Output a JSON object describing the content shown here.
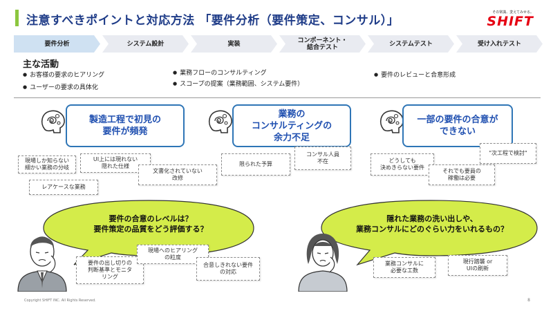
{
  "header": {
    "title": "注意すべきポイントと対応方法 「要件分析（要件策定、コンサル）」",
    "brand_tagline": "その常識、変えてみせる。",
    "brand_logo": "SHIFT"
  },
  "steps": [
    {
      "label": "要件分析"
    },
    {
      "label": "システム設計"
    },
    {
      "label": "実装"
    },
    {
      "label": "コンポーネント・\n結合テスト"
    },
    {
      "label": "システムテスト"
    },
    {
      "label": "受け入れテスト"
    }
  ],
  "activities": {
    "title": "主な活動",
    "items": [
      "お客様の要求のヒアリング",
      "ユーザーの要求の具体化",
      "業務フローのコンサルティング",
      "スコープの提案（業務範囲、システム要件）",
      "要件のレビューと合意形成"
    ]
  },
  "issues": [
    {
      "title": "製造工程で初見の\n要件が頻発",
      "notes": [
        "現場しか知らない\n細かい業務の分岐",
        "UI上には現れない\n隠れた仕様",
        "レアケースな業務",
        "文書化されていない\n改修"
      ]
    },
    {
      "title": "業務の\nコンサルティングの\n余力不足",
      "notes": [
        "限られた予算",
        "コンサル人員\n不在"
      ]
    },
    {
      "title": "一部の要件の合意が\nできない",
      "notes": [
        "どうしても\n決めきらない要件",
        "\"次工程で検討\"",
        "それでも要員の\n稼働は必要"
      ]
    }
  ],
  "concerns": [
    {
      "speech": "要件の合意のレベルは？\n要件策定の品質をどう評価する？",
      "notes": [
        "要件の出し切りの\n判断基準とモニタ\nリング",
        "現場へのヒアリング\nの粒度",
        "合意しきれない要件\nの対応"
      ]
    },
    {
      "speech": "隠れた業務の洗い出しや、\n業務コンサルにどのぐらい力をいれるもの？",
      "notes": [
        "業務コンサルに\n必要な工数",
        "現行踏襲 or\nUIの刷新"
      ]
    }
  ],
  "footer": {
    "copyright": "Copyright SHIFT INC. All Rights Reserved.",
    "page": "8"
  },
  "colors": {
    "accent_green": "#8cc63f",
    "title_blue": "#1f3c88",
    "bubble_blue": "#2e75b6",
    "speech_yellow": "#d4ec4a",
    "brand_red": "#e60012"
  }
}
